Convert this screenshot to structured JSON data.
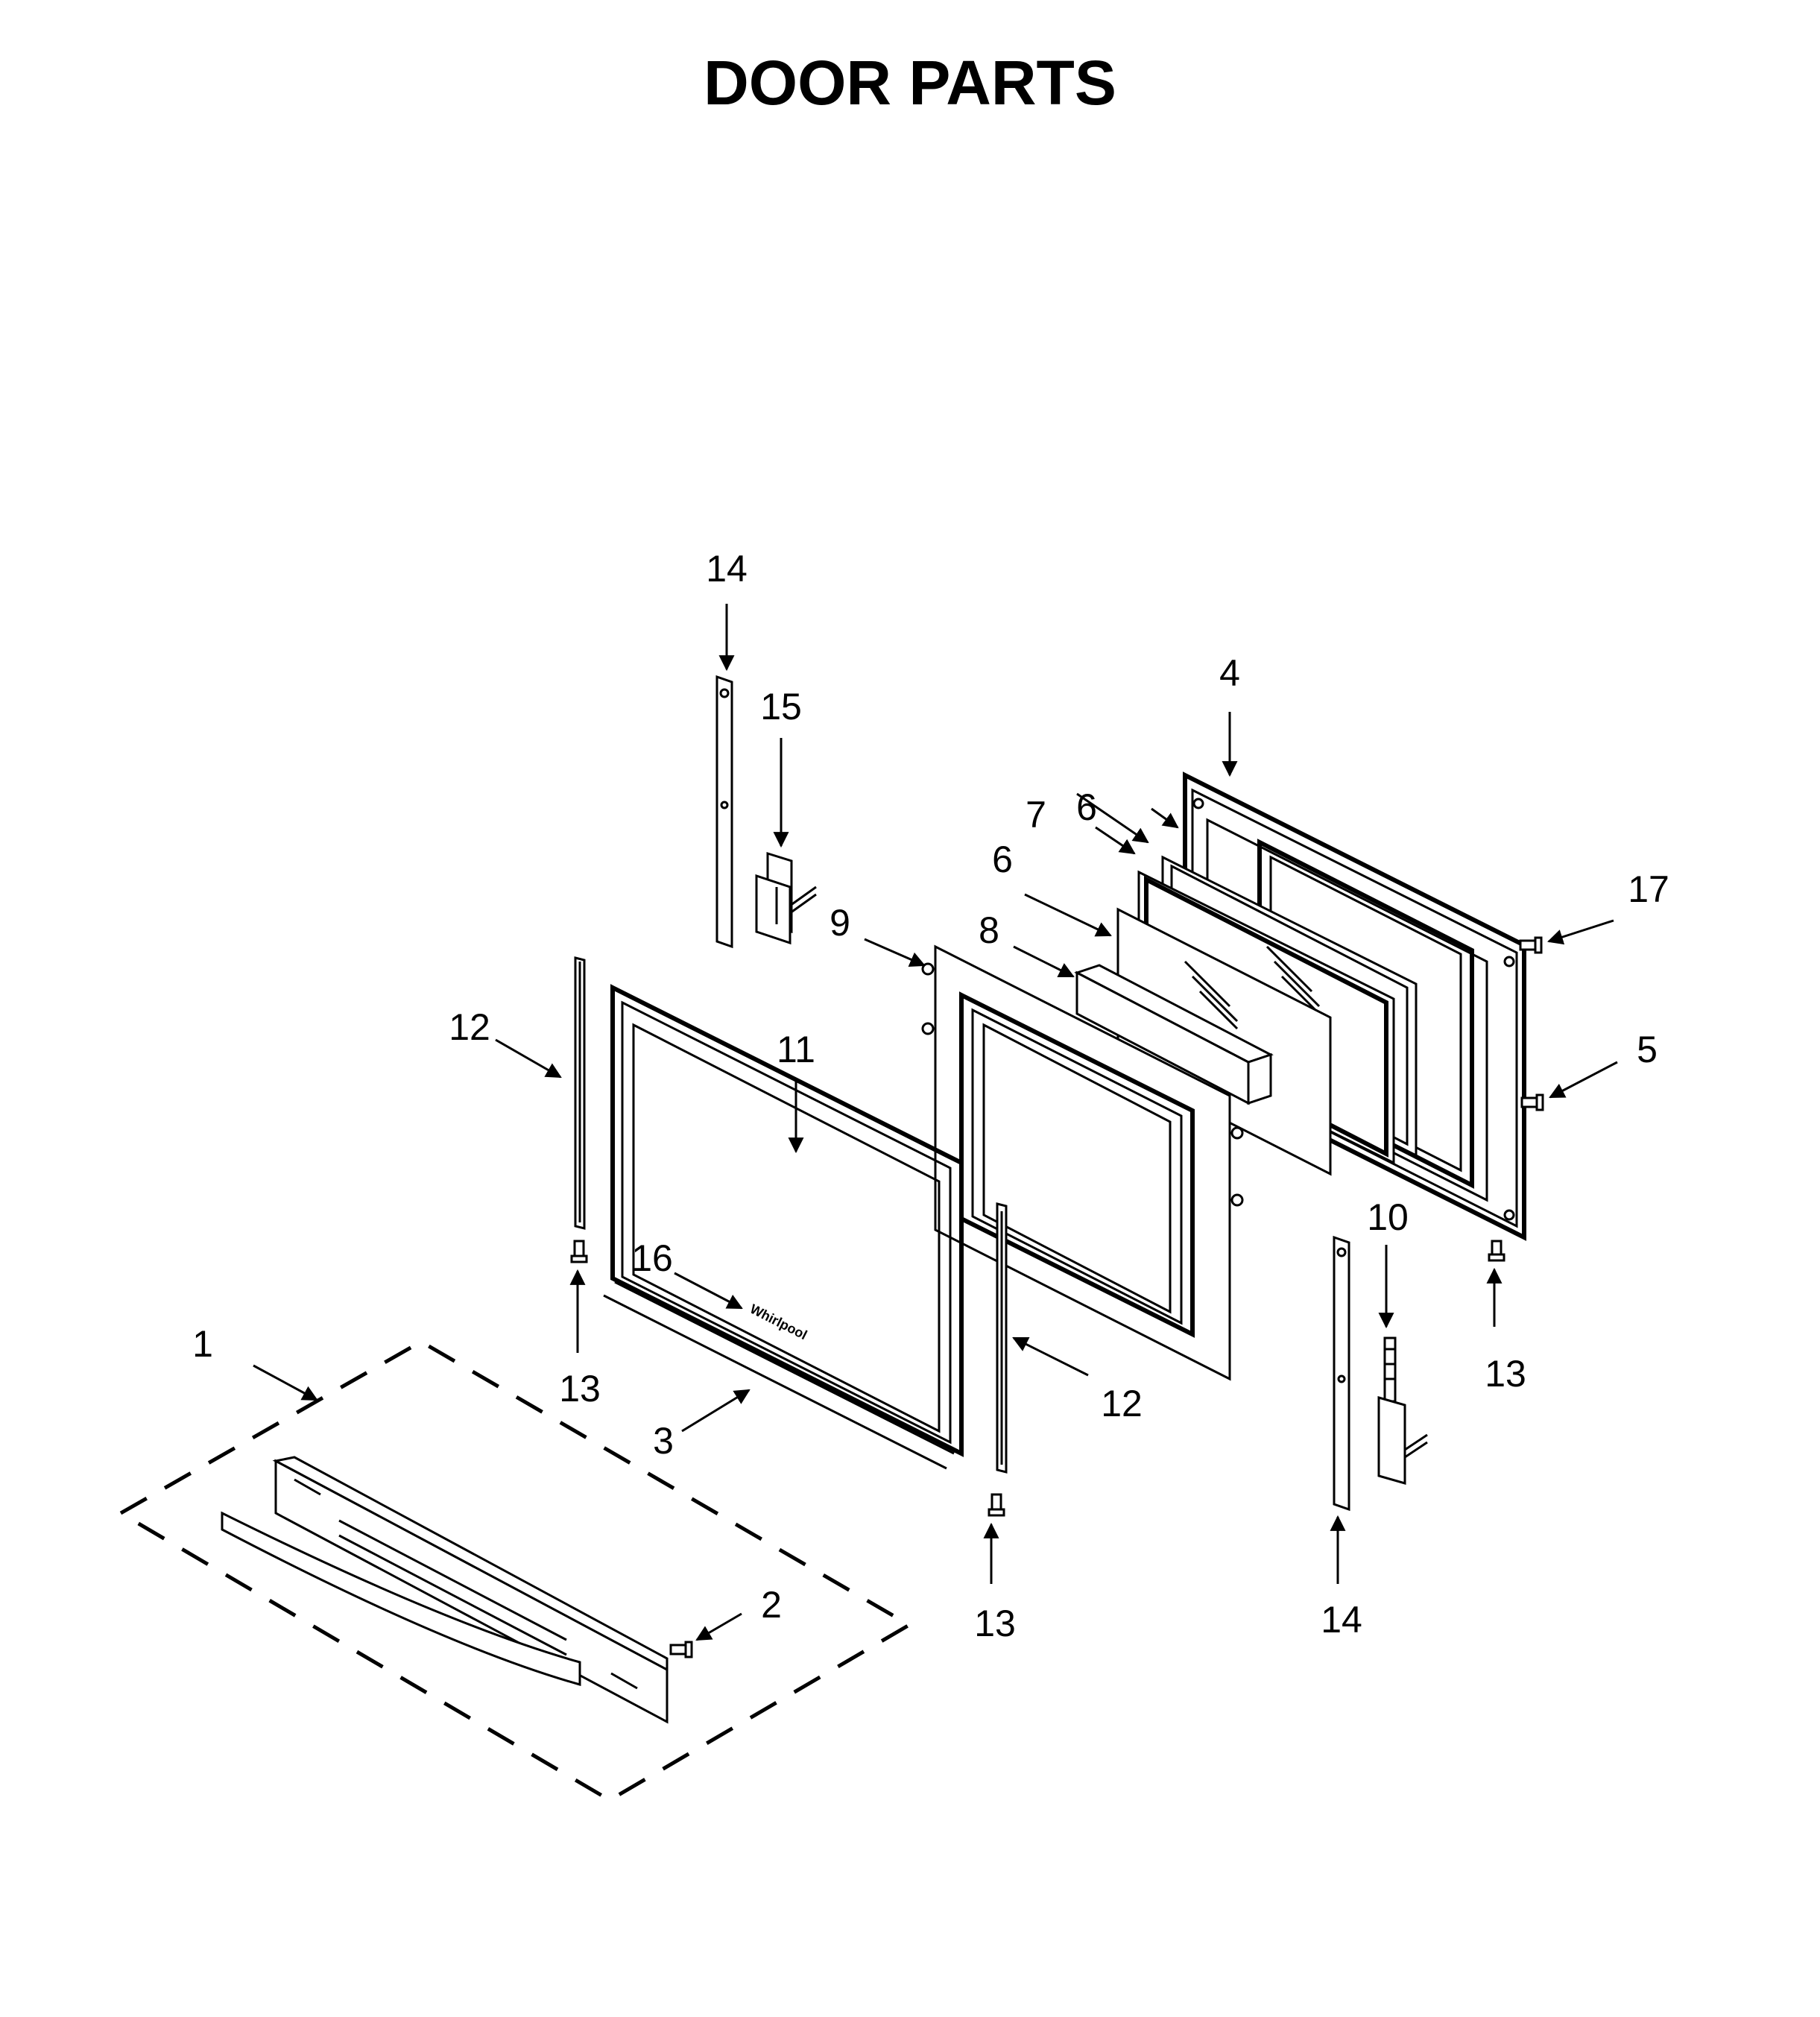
{
  "title": "DOOR PARTS",
  "logo_text": "Whirlpool",
  "callouts": {
    "c1": "1",
    "c2": "2",
    "c3": "3",
    "c4": "4",
    "c5": "5",
    "c6a": "6",
    "c6b": "6",
    "c7": "7",
    "c8": "8",
    "c9": "9",
    "c10": "10",
    "c11": "11",
    "c12a": "12",
    "c12b": "12",
    "c13a": "13",
    "c13b": "13",
    "c13c": "13",
    "c14a": "14",
    "c14b": "14",
    "c15": "15",
    "c16": "16",
    "c17": "17"
  }
}
